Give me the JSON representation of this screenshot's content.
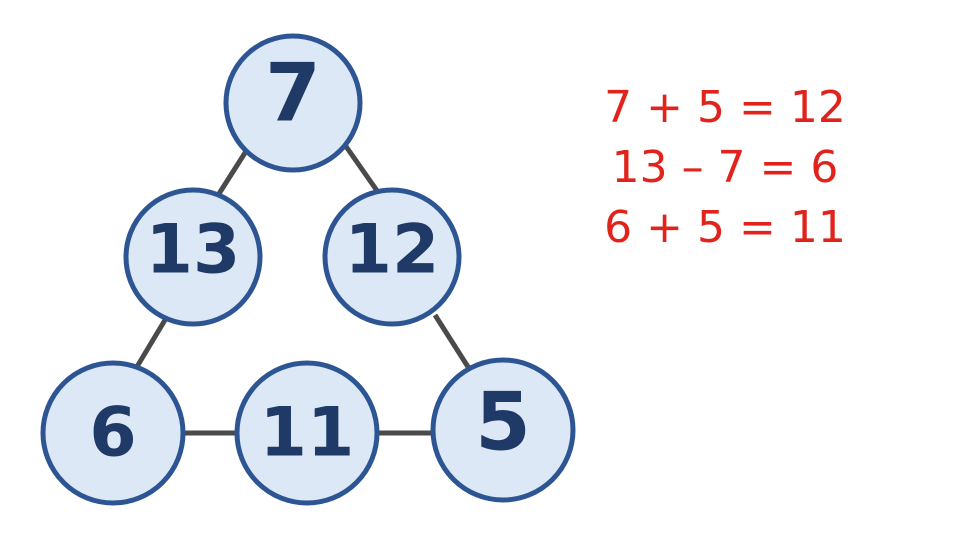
{
  "diagram": {
    "nodes": [
      {
        "id": "top",
        "value": "7"
      },
      {
        "id": "mid-left",
        "value": "13"
      },
      {
        "id": "mid-right",
        "value": "12"
      },
      {
        "id": "bottom-left",
        "value": "6"
      },
      {
        "id": "bottom-mid",
        "value": "11"
      },
      {
        "id": "bottom-right",
        "value": "5"
      }
    ],
    "colors": {
      "node_fill": "#dce8f5",
      "node_stroke": "#2d5593",
      "node_text": "#1f3a66",
      "edge": "#4a4a4a",
      "equation_text": "#e0231b"
    }
  },
  "equations": [
    "7 + 5 = 12",
    "13 – 7 = 6",
    "6 + 5 = 11"
  ]
}
